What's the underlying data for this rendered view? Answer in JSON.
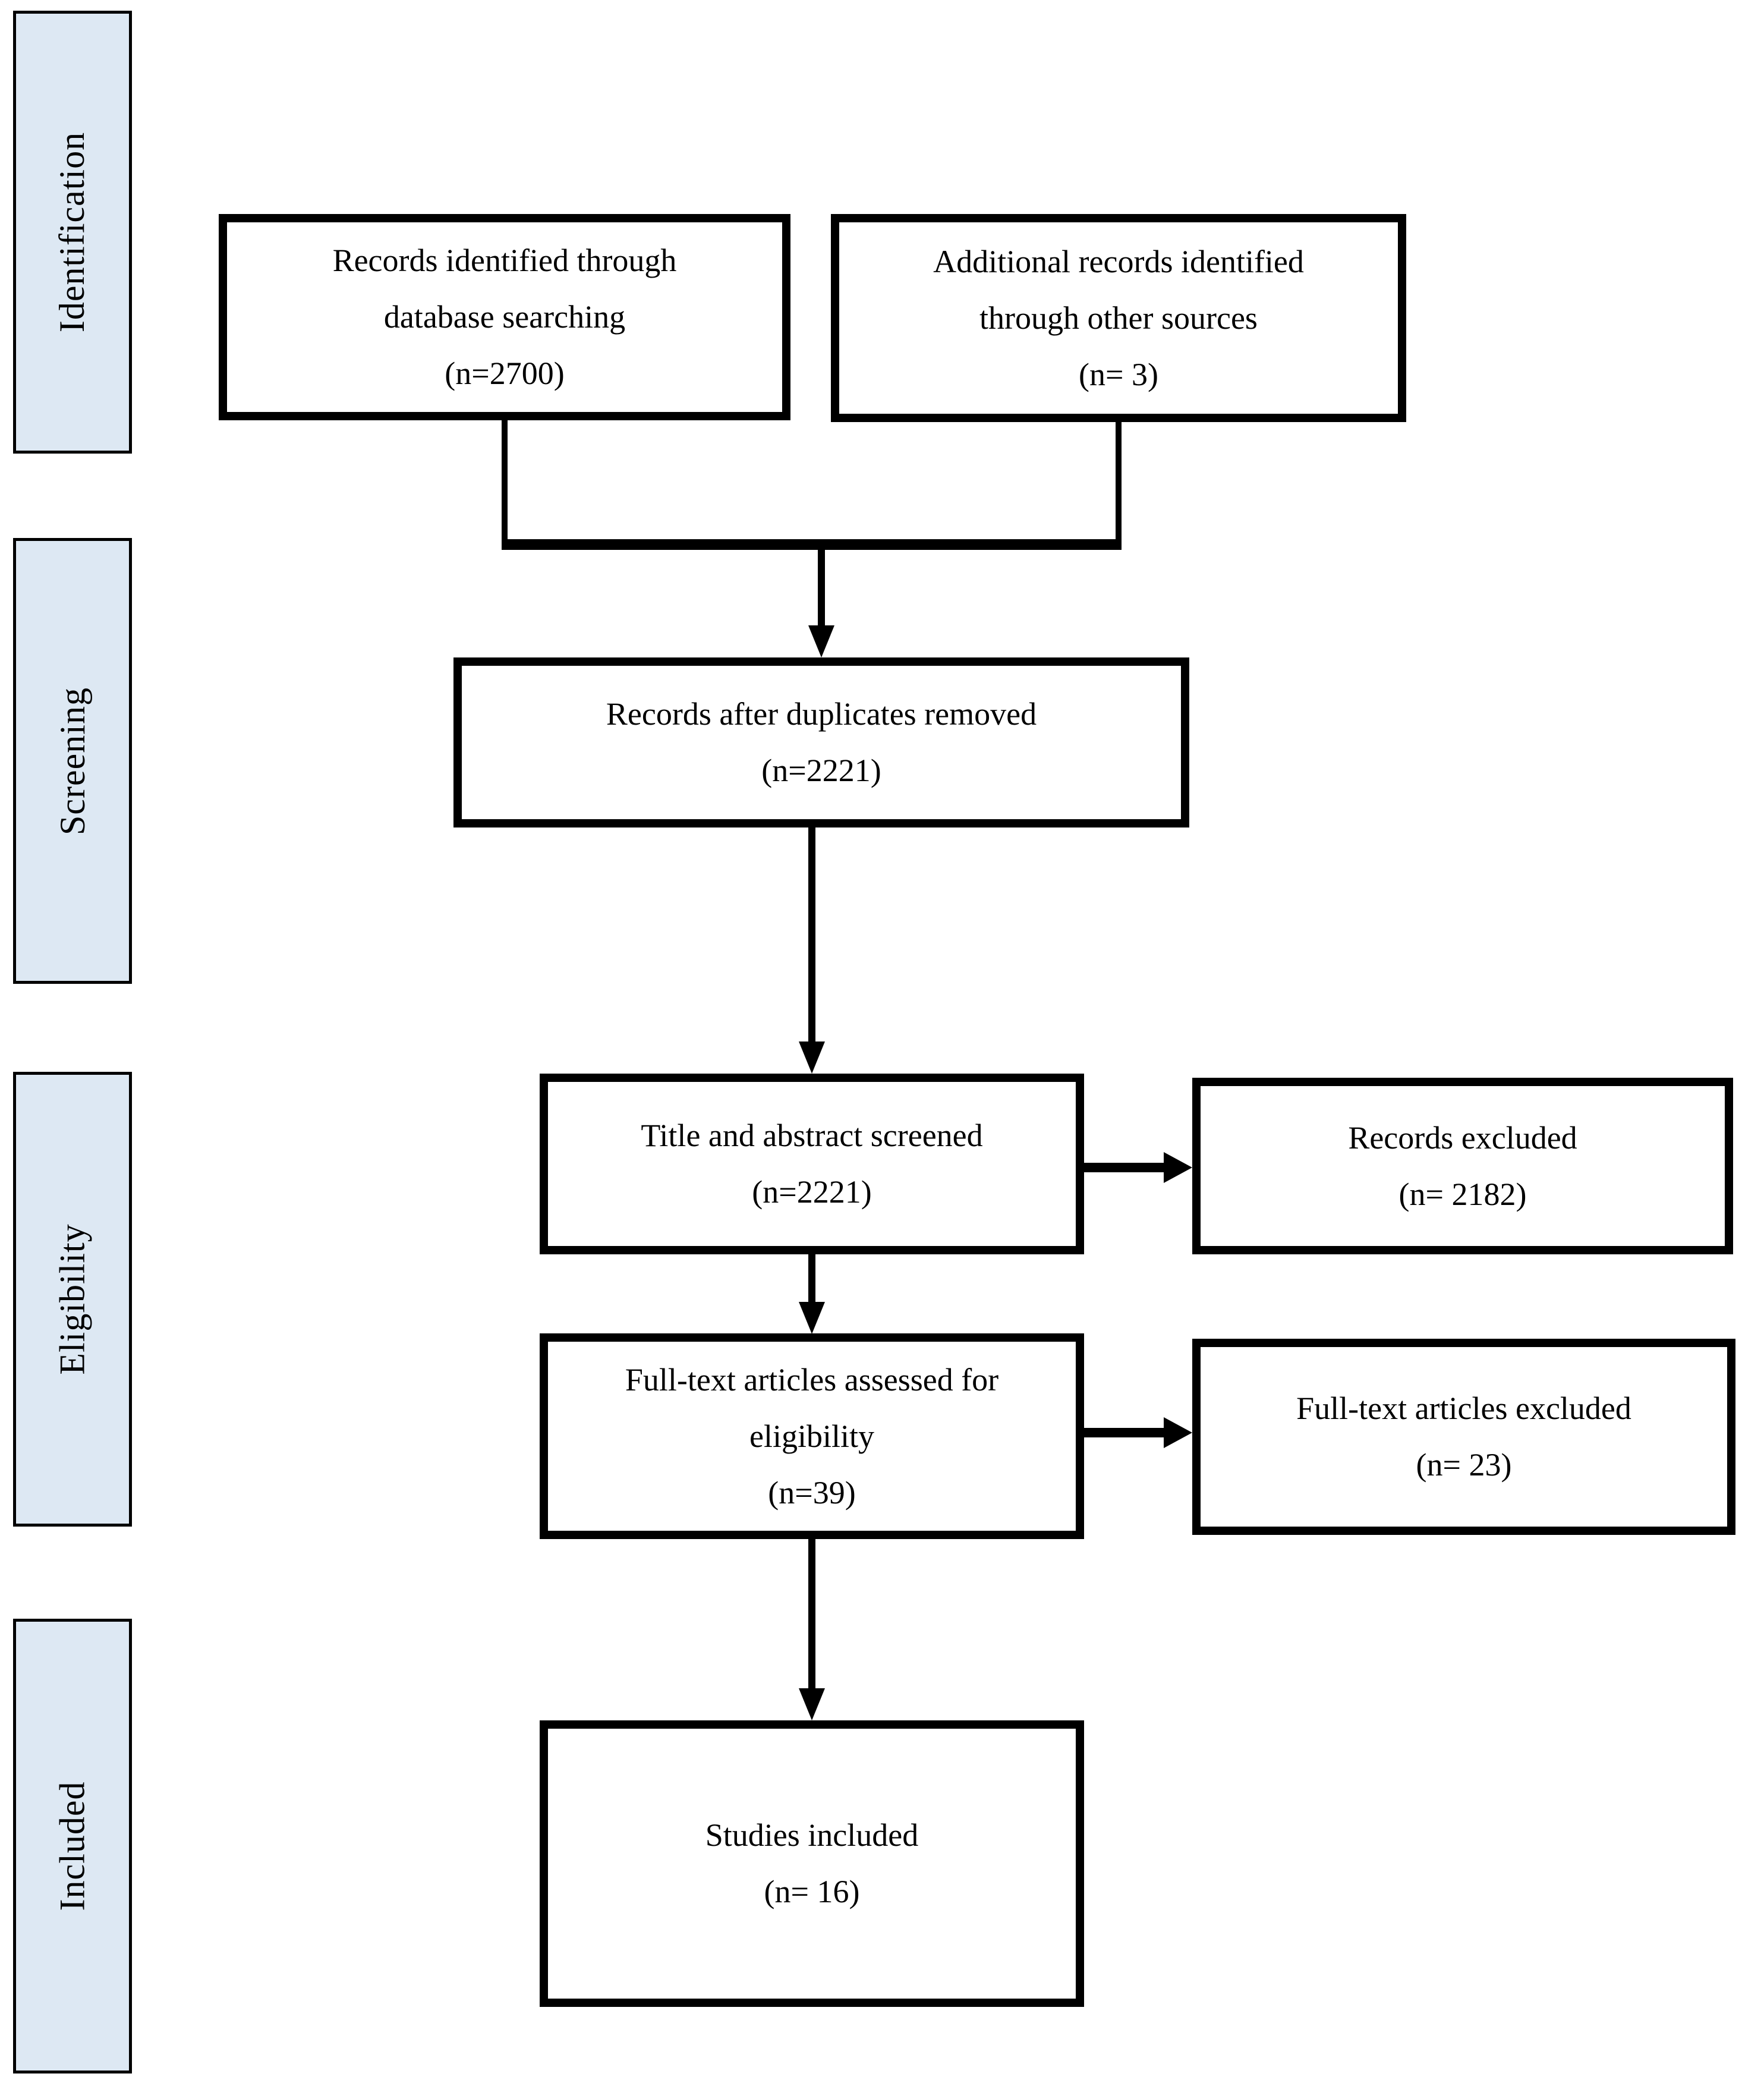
{
  "colors": {
    "stage_fill": "#dde8f3",
    "line": "#000000",
    "background": "#ffffff"
  },
  "stages": [
    {
      "label": "Identification"
    },
    {
      "label": "Screening"
    },
    {
      "label": "Eligibility"
    },
    {
      "label": "Included"
    }
  ],
  "boxes": [
    {
      "name": "records-identified",
      "lines": [
        "Records identified through",
        "database searching",
        "(n=2700)"
      ]
    },
    {
      "name": "additional-records",
      "lines": [
        "Additional records identified",
        "through other sources",
        "(n= 3)"
      ]
    },
    {
      "name": "after-duplicates",
      "lines": [
        "Records after duplicates removed",
        "(n=2221)"
      ]
    },
    {
      "name": "title-abstract-screened",
      "lines": [
        "Title and abstract screened",
        "(n=2221)"
      ]
    },
    {
      "name": "records-excluded",
      "lines": [
        "Records excluded",
        "(n= 2182)"
      ]
    },
    {
      "name": "fulltext-assessed",
      "lines": [
        "Full-text articles assessed for",
        "eligibility",
        "(n=39)"
      ]
    },
    {
      "name": "fulltext-excluded",
      "lines": [
        "Full-text articles excluded",
        "(n= 23)"
      ]
    },
    {
      "name": "studies-included",
      "lines": [
        "Studies included",
        "(n= 16)"
      ]
    }
  ]
}
